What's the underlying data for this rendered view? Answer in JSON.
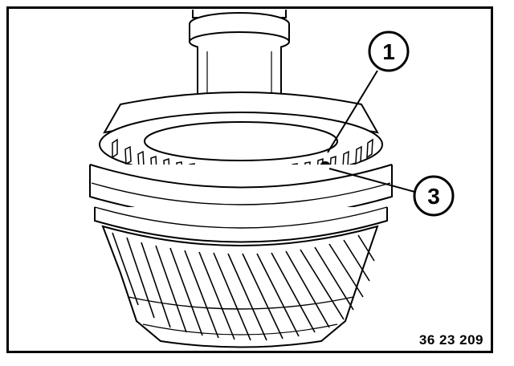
{
  "figure": {
    "callouts": [
      {
        "id": "callout-1",
        "label": "1"
      },
      {
        "id": "callout-3",
        "label": "3"
      }
    ],
    "figure_number": "36 23 209"
  }
}
